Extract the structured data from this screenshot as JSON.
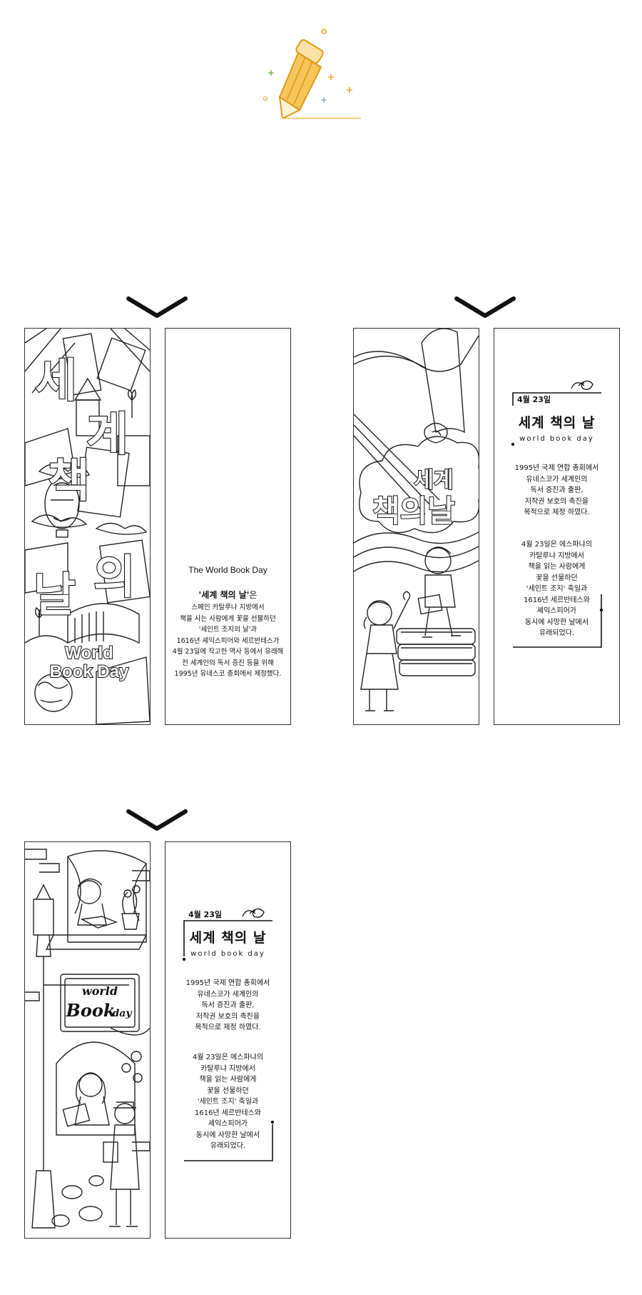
{
  "page": {
    "accent_color": "#F2A623",
    "line_color": "#222222"
  },
  "icons": [
    "pencil-icon",
    "chevron-down-icon",
    "rose-icon",
    "sparkle-icon"
  ],
  "bookmark1": {
    "front": {
      "title_chars": [
        "세",
        "계",
        "책",
        "의",
        "날"
      ],
      "logo": [
        "World",
        "Book Day"
      ]
    },
    "back": {
      "heading": "The World Book Day",
      "highlight": "'세계 책의 날'",
      "highlight_suffix": "은",
      "lines": [
        "스페인 카탈루나 지방에서",
        "책을 사는 사람에게 꽃을 선물하던",
        "'세인트 조지의 날'과",
        "1616년 셰익스피어와 세르반테스가",
        "4월 23일에 작고한 역사 등에서 유래해",
        "전 세계인의 독서 증진 등을 위해",
        "1995년 유네스코 총회에서 제정했다."
      ]
    }
  },
  "bookmark2": {
    "front": {
      "title_line1": "세계",
      "title_line2": "책의날"
    },
    "back": {
      "date": "4월 23일",
      "title": "세계 책의 날",
      "subtitle": "world book day",
      "para1": [
        "1995년 국제 연합 총회에서",
        "유네스코가 세계인의",
        "독서 증진과 출판,",
        "저작권 보호의 촉진을",
        "목적으로 제정 하였다."
      ],
      "para2": [
        "4월 23일은 에스파냐의",
        "카탈루냐 지방에서",
        "책을 읽는 사람에게",
        "꽃을 선물하던",
        "'세인트 조지' 축일과",
        "1616년 세르반테스와",
        "셰익스피어가",
        "동시에 사망한 날에서",
        "유래되었다."
      ]
    }
  },
  "bookmark3": {
    "front": {
      "sign_line1": "world",
      "sign_line2": "Book",
      "sign_line3": "day"
    },
    "back": {
      "date": "4월 23일",
      "title": "세계 책의 날",
      "subtitle": "world book day",
      "para1": [
        "1995년 국제 연합 총회에서",
        "유네스코가 세계인의",
        "독서 증진과 출판,",
        "저작권 보호의 촉진을",
        "목적으로 제정 하였다."
      ],
      "para2": [
        "4월 23일은 에스파냐의",
        "카탈루냐 지방에서",
        "책을 읽는 사람에게",
        "꽃을 선물하던",
        "'세인트 조지' 축일과",
        "1616년 세르반테스와",
        "셰익스피어가",
        "동시에 사망한 날에서",
        "유래되었다."
      ]
    }
  }
}
